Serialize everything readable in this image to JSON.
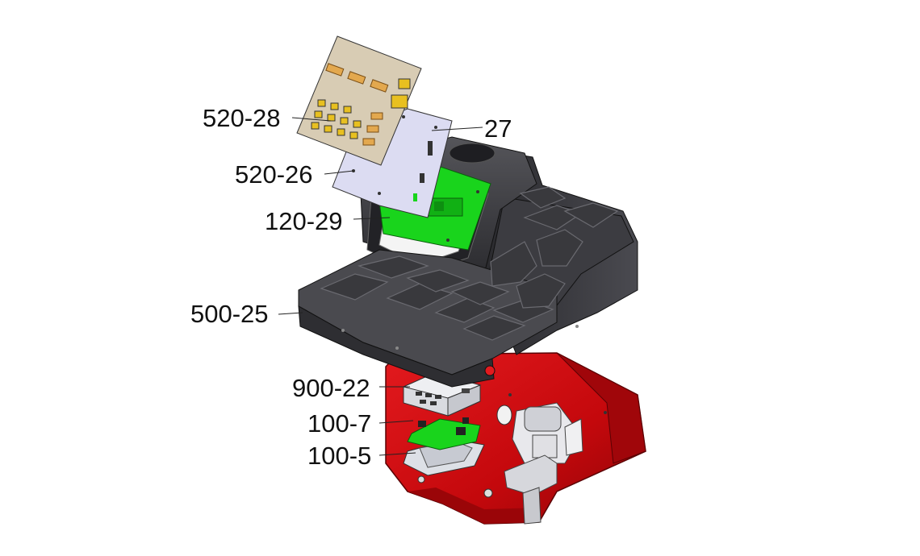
{
  "diagram": {
    "callouts": [
      {
        "id": "520-28",
        "text": "520-28"
      },
      {
        "id": "27",
        "text": "27"
      },
      {
        "id": "520-26",
        "text": "520-26"
      },
      {
        "id": "120-29",
        "text": "120-29"
      },
      {
        "id": "500-25",
        "text": "500-25"
      },
      {
        "id": "900-22",
        "text": "900-22"
      },
      {
        "id": "100-7",
        "text": "100-7"
      },
      {
        "id": "100-5",
        "text": "100-5"
      }
    ]
  },
  "colors": {
    "base_red": "#c8090d",
    "console_dark": "#3a3a3e",
    "keypad_beige": "#d8ccb4",
    "plate_lavender": "#dcdcf2",
    "pcb_green": "#19d41c",
    "module_gray": "#d9dbe0"
  }
}
